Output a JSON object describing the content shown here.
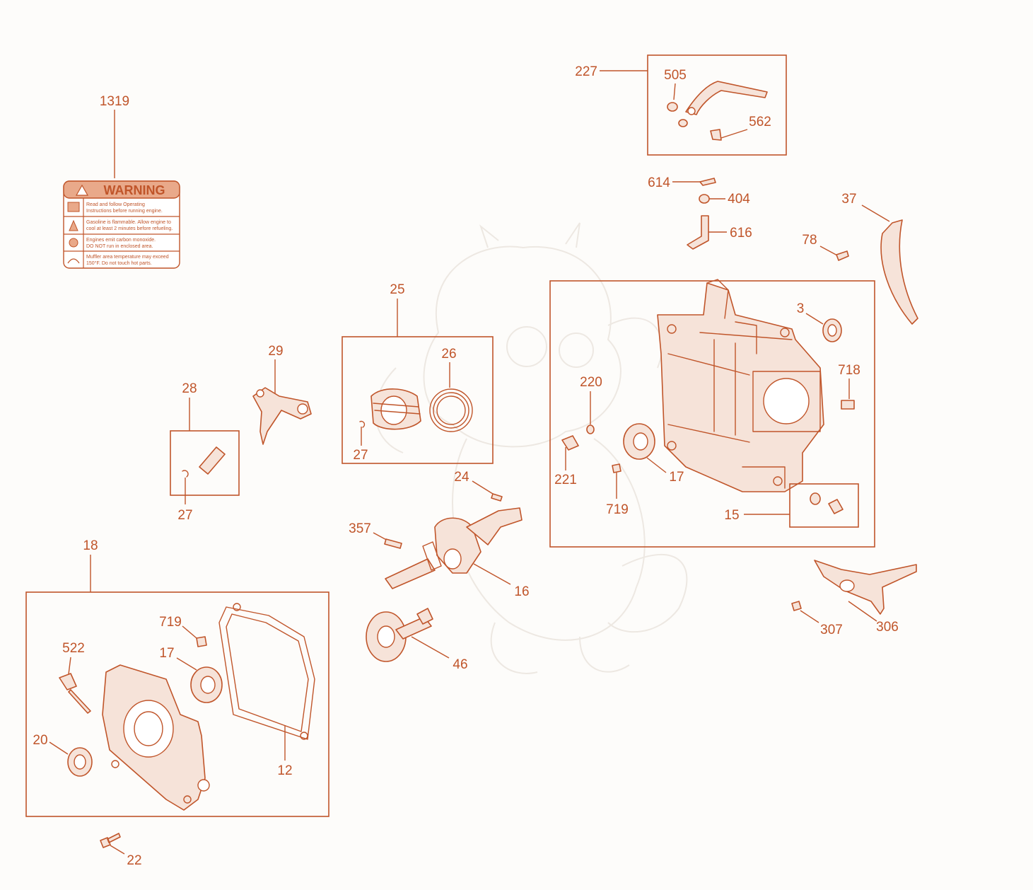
{
  "diagram": {
    "parts": {
      "p1319": "1319",
      "p227": "227",
      "p505": "505",
      "p562": "562",
      "p614": "614",
      "p404": "404",
      "p616": "616",
      "p37": "37",
      "p78": "78",
      "p3": "3",
      "p718": "718",
      "p220": "220",
      "p221": "221",
      "p17a": "17",
      "p719a": "719",
      "p15": "15",
      "p25": "25",
      "p26": "26",
      "p27a": "27",
      "p29": "29",
      "p28": "28",
      "p27b": "27",
      "p24": "24",
      "p357": "357",
      "p16": "16",
      "p46": "46",
      "p18": "18",
      "p719b": "719",
      "p522": "522",
      "p17b": "17",
      "p20": "20",
      "p12": "12",
      "p22": "22",
      "p307": "307",
      "p306": "306"
    },
    "warning_label": {
      "heading": "WARNING",
      "line1a": "Read and follow Operating",
      "line1b": "Instructions before running engine.",
      "line2a": "Gasoline is flammable. Allow engine to",
      "line2b": "cool at least 2 minutes before refueling.",
      "line3a": "Engines emit carbon monoxide.",
      "line3b": "DO NOT run in enclosed area.",
      "line4a": "Muffler area temperature may exceed",
      "line4b": "150°F. Do not touch hot parts."
    },
    "colors": {
      "line": "#c0552a",
      "fill": "#f6e3d9",
      "watermark": "#ece6e0"
    }
  }
}
